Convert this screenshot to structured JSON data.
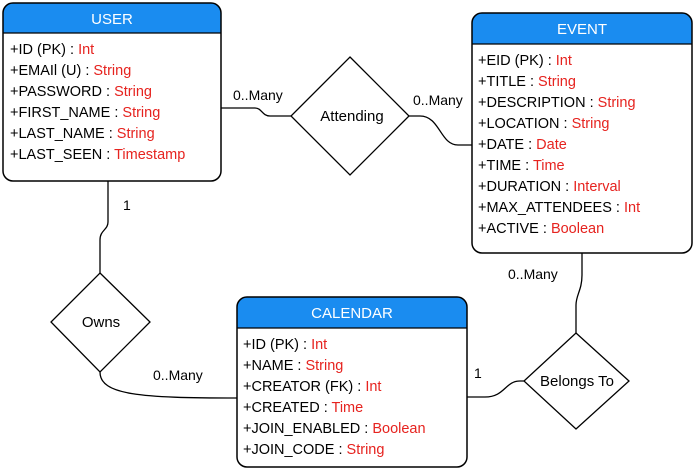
{
  "entities": {
    "user": {
      "title": "USER",
      "attributes": [
        {
          "name": "+ID  (PK) : ",
          "type": "Int"
        },
        {
          "name": "+EMAIl (U) : ",
          "type": "String"
        },
        {
          "name": "+PASSWORD : ",
          "type": "String"
        },
        {
          "name": "+FIRST_NAME : ",
          "type": "String"
        },
        {
          "name": "+LAST_NAME : ",
          "type": "String"
        },
        {
          "name": "+LAST_SEEN : ",
          "type": "Timestamp"
        }
      ]
    },
    "event": {
      "title": "EVENT",
      "attributes": [
        {
          "name": "+EID (PK) : ",
          "type": "Int"
        },
        {
          "name": "+TITLE : ",
          "type": "String"
        },
        {
          "name": "+DESCRIPTION : ",
          "type": "String"
        },
        {
          "name": "+LOCATION : ",
          "type": "String"
        },
        {
          "name": "+DATE : ",
          "type": "Date"
        },
        {
          "name": "+TIME : ",
          "type": "Time"
        },
        {
          "name": "+DURATION : ",
          "type": "Interval"
        },
        {
          "name": "+MAX_ATTENDEES : ",
          "type": "Int"
        },
        {
          "name": "+ACTIVE : ",
          "type": "Boolean"
        }
      ]
    },
    "calendar": {
      "title": "CALENDAR",
      "attributes": [
        {
          "name": "+ID (PK) : ",
          "type": "Int"
        },
        {
          "name": "+NAME : ",
          "type": "String"
        },
        {
          "name": "+CREATOR (FK) : ",
          "type": "Int"
        },
        {
          "name": "+CREATED : ",
          "type": "Time"
        },
        {
          "name": "+JOIN_ENABLED : ",
          "type": "Boolean"
        },
        {
          "name": "+JOIN_CODE : ",
          "type": "String"
        }
      ]
    }
  },
  "relationships": {
    "attending": "Attending",
    "owns": "Owns",
    "belongs_to": "Belongs To"
  },
  "cardinalities": {
    "user_attending": "0..Many",
    "attending_event": "0..Many",
    "user_owns": "1",
    "owns_calendar": "0..Many",
    "event_belongs": "0..Many",
    "belongs_calendar": "1"
  },
  "colors": {
    "header": "#1a8cf0",
    "type_text": "#e6231f",
    "border": "#000000"
  }
}
